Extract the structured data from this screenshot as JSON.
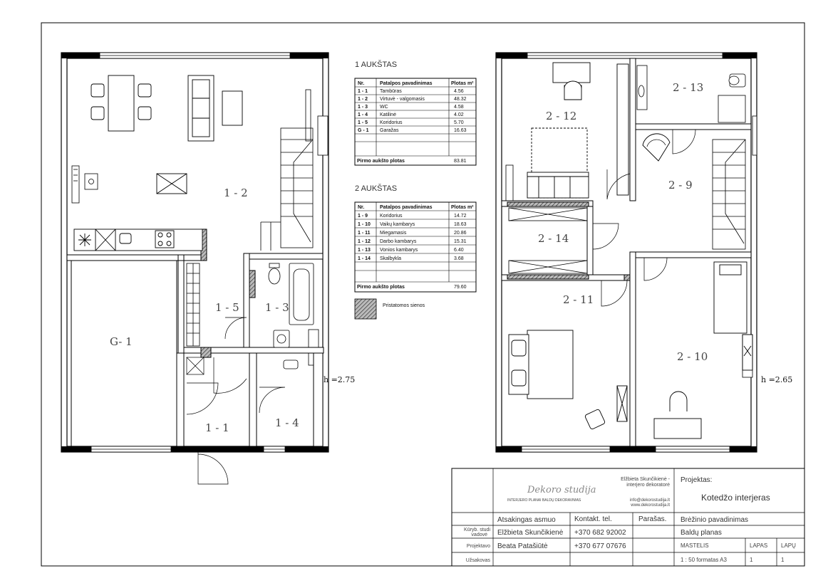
{
  "floor1": {
    "heading": "1 AUKŠTAS",
    "table_headers": [
      "Nr.",
      "Patalpos pavadinimas",
      "Plotas m²"
    ],
    "rows": [
      {
        "nr": "1 - 1",
        "name": "Tambūras",
        "area": "4.56"
      },
      {
        "nr": "1 - 2",
        "name": "Virtuvė - valgomasis",
        "area": "48.32"
      },
      {
        "nr": "1 - 3",
        "name": "WC",
        "area": "4.58"
      },
      {
        "nr": "1 - 4",
        "name": "Katilinė",
        "area": "4.02"
      },
      {
        "nr": "1 - 5",
        "name": "Koridorius",
        "area": "5.70"
      },
      {
        "nr": "G - 1",
        "name": "Garažas",
        "area": "16.63"
      }
    ],
    "total_label": "Pirmo aukšto plotas",
    "total_value": "83.81"
  },
  "floor2": {
    "heading": "2 AUKŠTAS",
    "table_headers": [
      "Nr.",
      "Patalpos pavadinimas",
      "Plotas m²"
    ],
    "rows": [
      {
        "nr": "1 - 9",
        "name": "Koridorius",
        "area": "14.72"
      },
      {
        "nr": "1 - 10",
        "name": "Vaikų kambarys",
        "area": "18.63"
      },
      {
        "nr": "1 - 11",
        "name": "Miegamasis",
        "area": "20.86"
      },
      {
        "nr": "1 - 12",
        "name": "Darbo kambarys",
        "area": "15.31"
      },
      {
        "nr": "1 - 13",
        "name": "Vonios kambarys",
        "area": "6.40"
      },
      {
        "nr": "1 - 14",
        "name": "Skalbykla",
        "area": "3.68"
      }
    ],
    "total_label": "Pirmo aukšto plotas",
    "total_value": "79.60"
  },
  "legend": {
    "label": "Pristatomos sienos"
  },
  "plan1": {
    "rooms": {
      "r12": "1 - 2",
      "g1": "G- 1",
      "r15": "1 - 5",
      "r13": "1 - 3",
      "r11": "1 - 1",
      "r14": "1 - 4"
    },
    "height": "h =2.75"
  },
  "plan2": {
    "rooms": {
      "r212": "2 - 12",
      "r213": "2 - 13",
      "r29": "2 - 9",
      "r214": "2 - 14",
      "r211": "2 - 11",
      "r210": "2 - 10"
    },
    "height": "h =2.65"
  },
  "titleblock": {
    "logo": "Dekoro studija",
    "logo_sub": "INTERJERO PLANAI  BALDŲ DEKORAVIMAS",
    "author_line1": "Elžbieta Skunčikienė -",
    "author_line2": "interjero dekoratorė",
    "email": "info@dekorostudija.lt",
    "web": "www.dekorostudija.lt",
    "project_label": "Projektas:",
    "project_name": "Kotedžo interjeras",
    "col_responsible": "Atsakingas asmuo",
    "col_phone": "Kontakt. tel.",
    "col_signature": "Parašas.",
    "drawing_label": "Brėžinio pavadinimas",
    "role1_line1": "Kūryb. studi",
    "role1_line2": "vadovė",
    "person1": "Elžbieta Skunčikienė",
    "phone1": "+370 682 92002",
    "drawing_name": "Baldų planas",
    "role2": "Projektavo",
    "person2": "Beata Patašiūtė",
    "phone2": "+370 677 07676",
    "scale_label": "MASTELIS",
    "sheet_label": "LAPAS",
    "sheets_label": "LAPŲ",
    "role3": "Užsakovas",
    "scale_value": "1 : 50 formatas A3",
    "sheet_value": "1",
    "sheets_value": "1"
  }
}
